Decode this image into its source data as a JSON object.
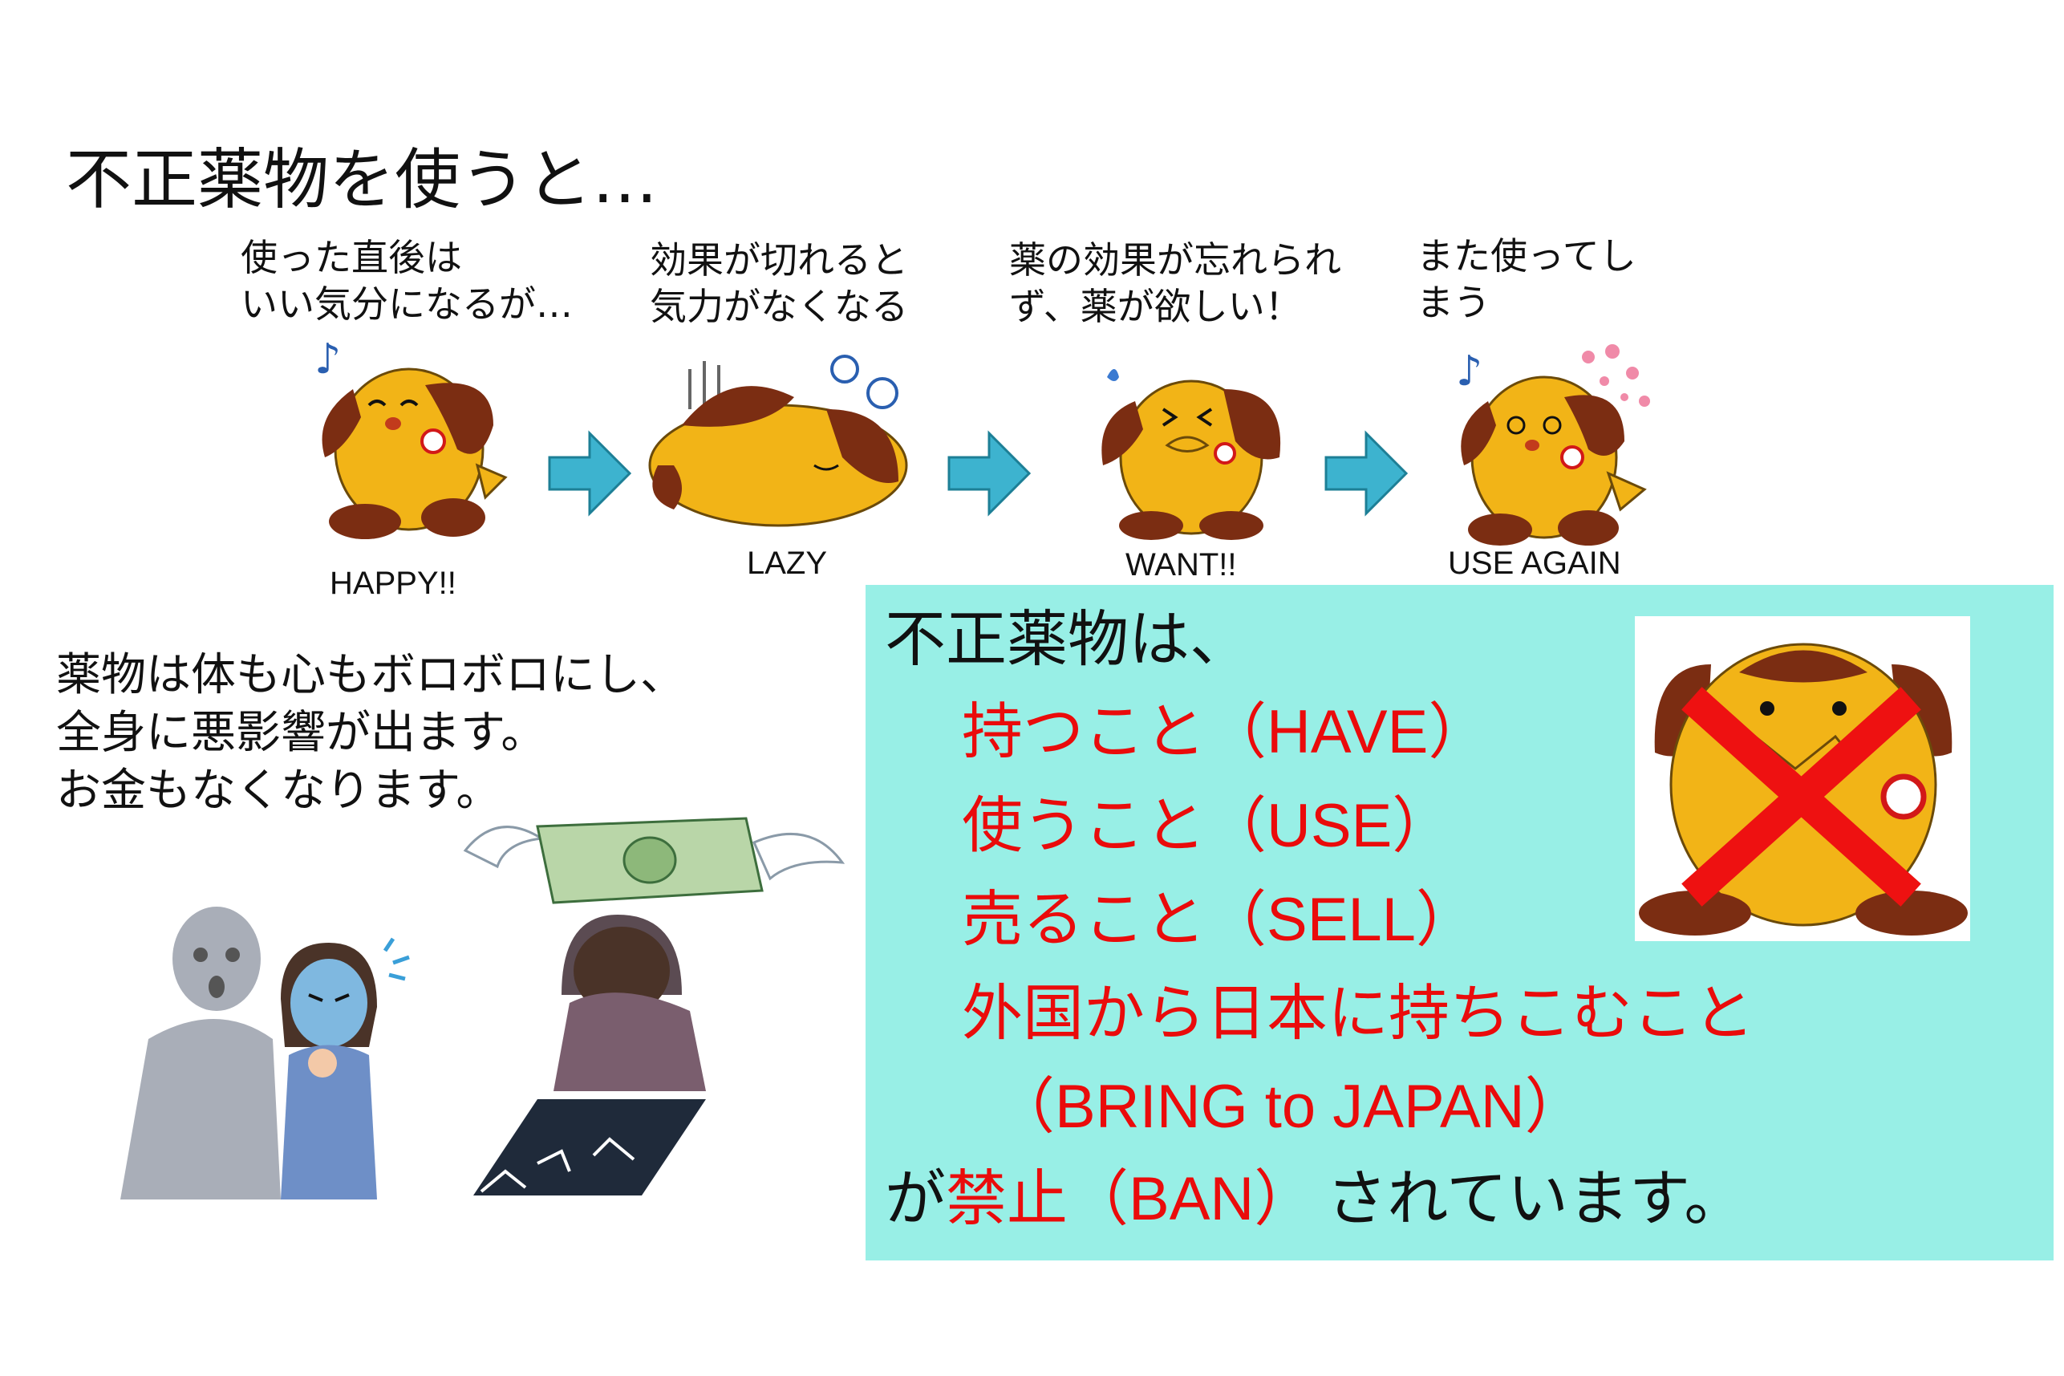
{
  "title": "不正薬物を使うと…",
  "steps": [
    {
      "caption": "使った直後は\nいい気分になるが…",
      "label": "HAPPY!!"
    },
    {
      "caption": "効果が切れると\n気力がなくなる",
      "label": "LAZY"
    },
    {
      "caption": "薬の効果が忘れられ\nず、薬が欲しい！",
      "label": "WANT!!"
    },
    {
      "caption": "また使ってし\nまう",
      "label": "USE AGAIN"
    }
  ],
  "effects_text": "薬物は体も心もボロボロにし、\n全身に悪影響が出ます。\nお金もなくなります。",
  "ban": {
    "heading": "不正薬物は、",
    "items": [
      {
        "jp": "持つこと",
        "en": "（HAVE）"
      },
      {
        "jp": "使うこと",
        "en": "（USE）"
      },
      {
        "jp": "売ること",
        "en": "（SELL）"
      },
      {
        "jp": "外国から日本に持ちこむこと",
        "en": ""
      }
    ],
    "bring_en": "（BRING to JAPAN）",
    "footer_pre": "が",
    "footer_red_jp": "禁止",
    "footer_red_en": "（BAN）",
    "footer_post": "されています。"
  },
  "colors": {
    "panel_bg": "#98efe6",
    "ban_red": "#ea0b0b",
    "arrow": "#3db3cf",
    "mascot_body": "#f2b417",
    "mascot_ear": "#7b2d12"
  }
}
